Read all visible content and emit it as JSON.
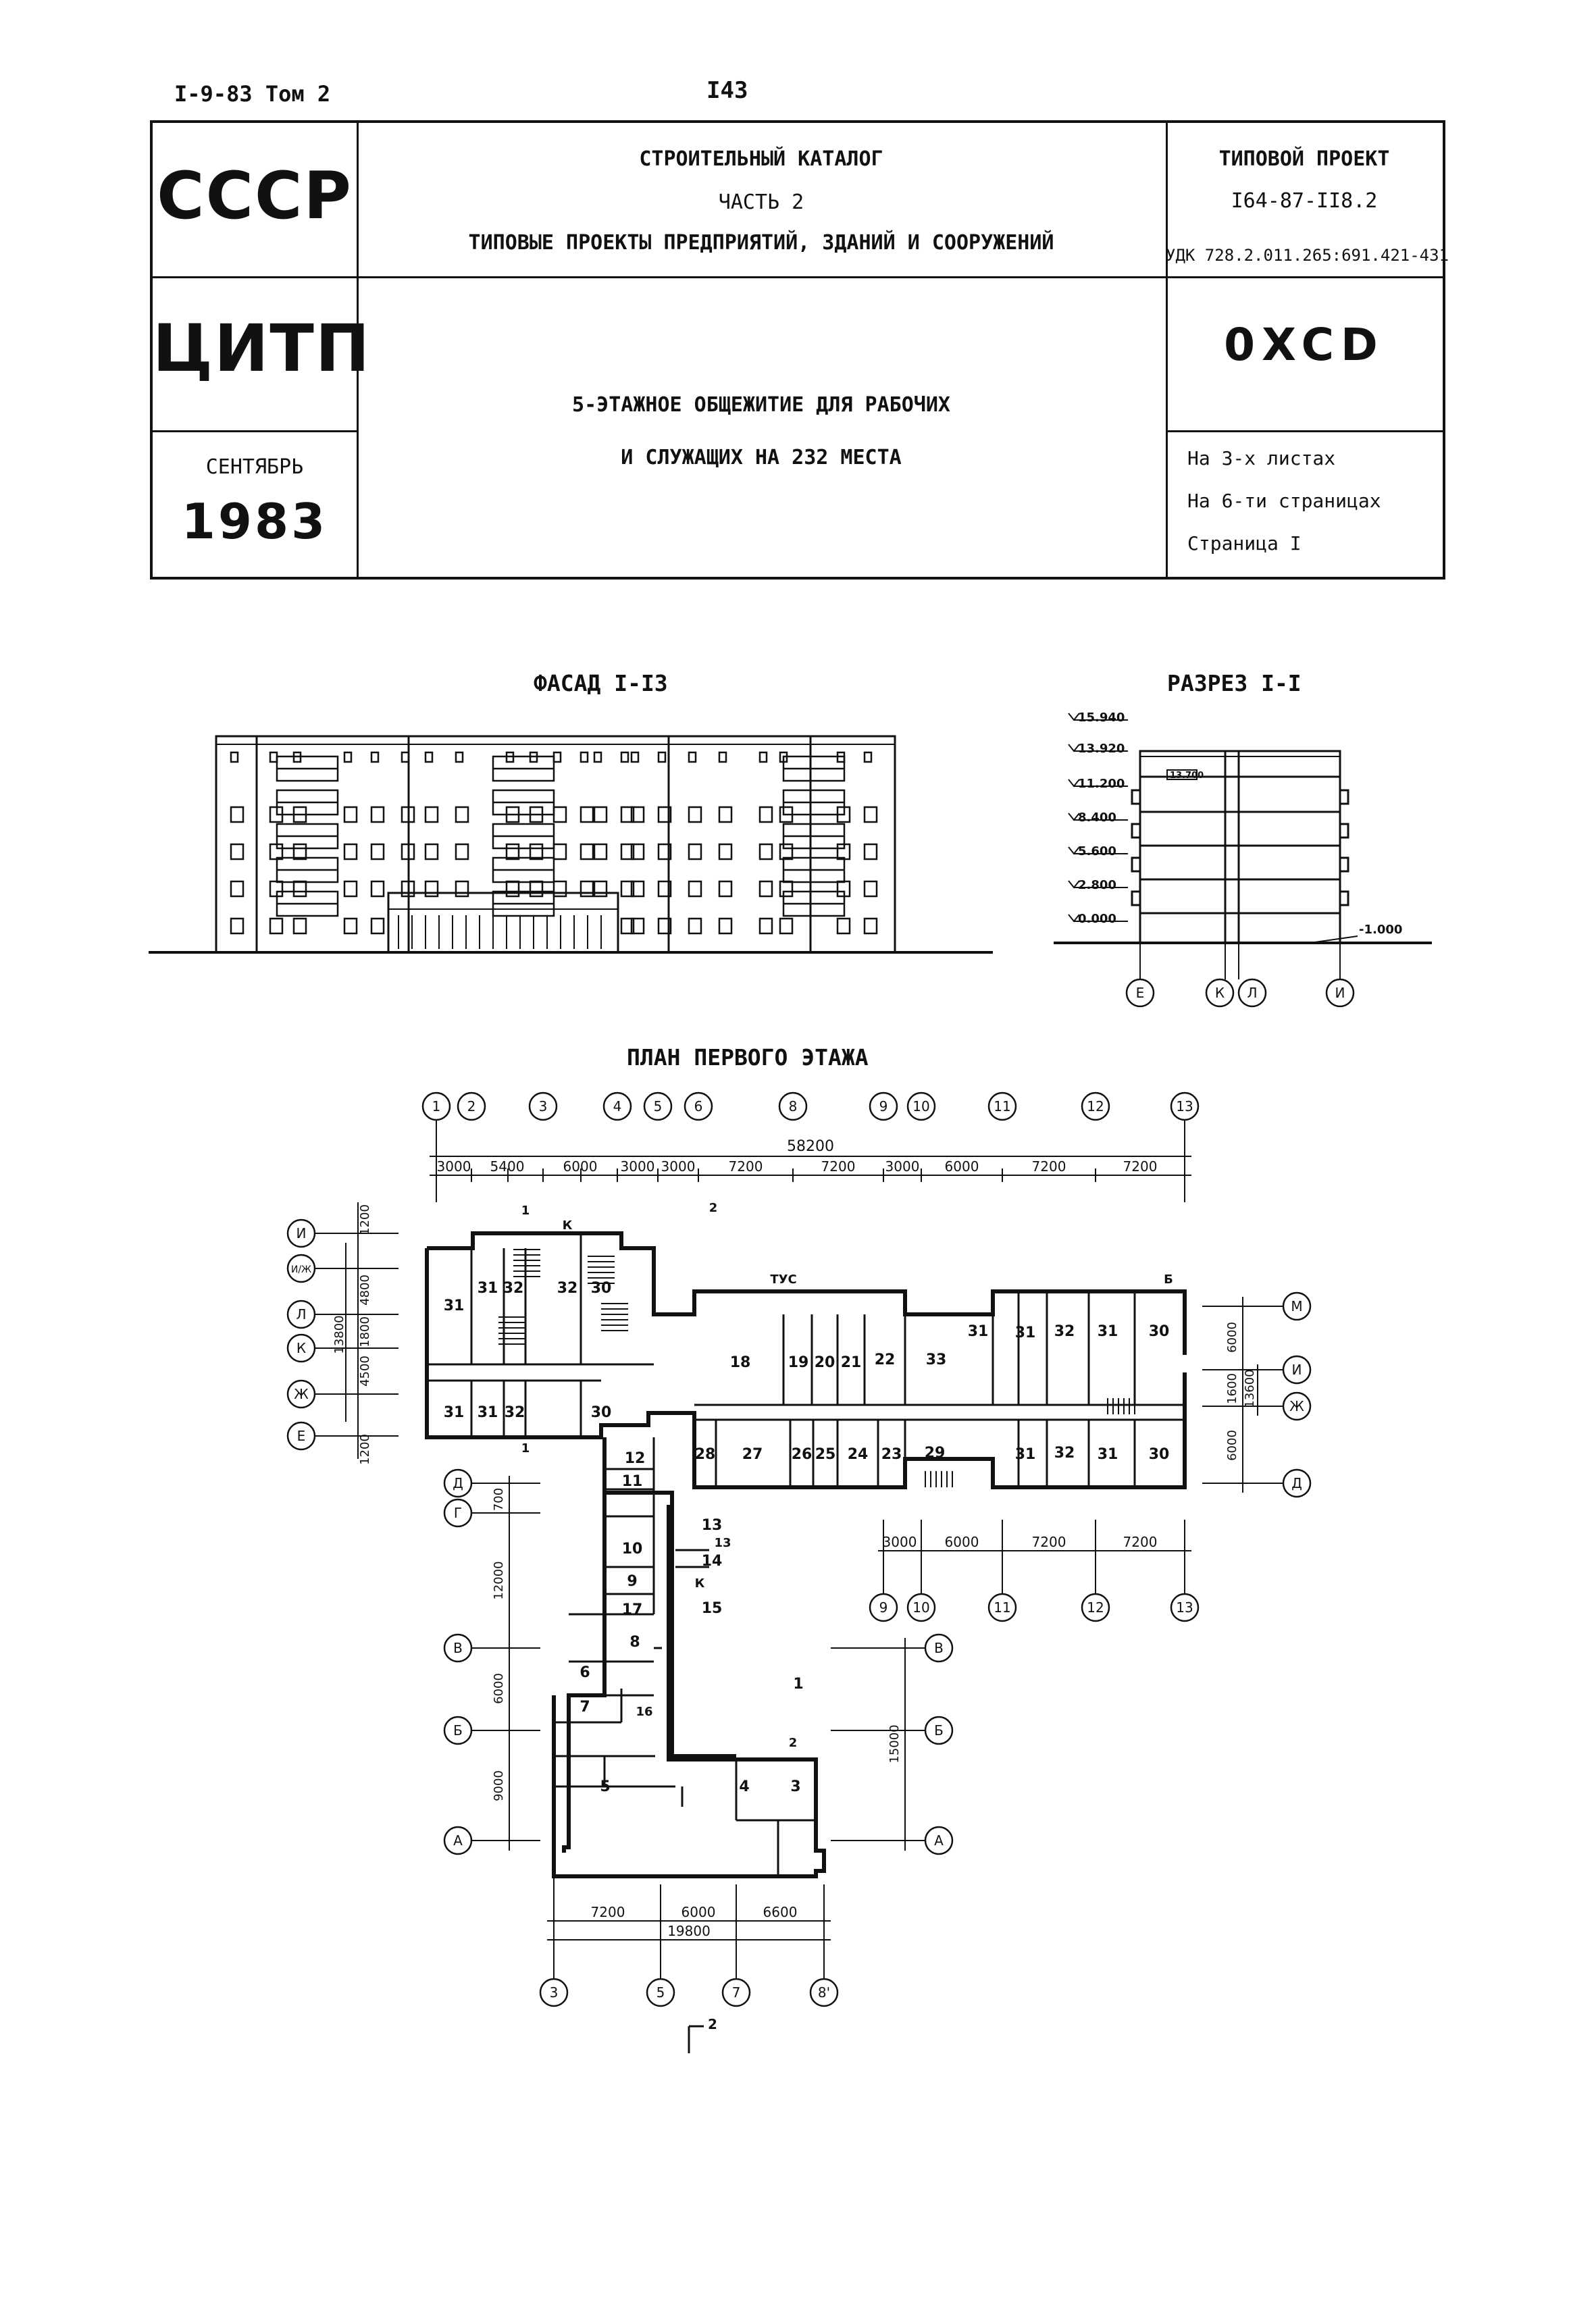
{
  "page": {
    "series_ref": "I-9-83 Том 2",
    "page_number": "I43"
  },
  "title_block": {
    "country": "СССР",
    "publisher": "ЦИТП",
    "date_month": "СЕНТЯБРЬ",
    "date_year": "1983",
    "catalog_line1": "СТРОИТЕЛЬНЫЙ КАТАЛОГ",
    "catalog_line2": "ЧАСТЬ 2",
    "catalog_line3": "ТИПОВЫЕ ПРОЕКТЫ ПРЕДПРИЯТИЙ, ЗДАНИЙ И СООРУЖЕНИЙ",
    "project_label": "ТИПОВОЙ ПРОЕКТ",
    "project_number": "I64-87-II8.2",
    "udk": "УДК 728.2.011.265:691.421-431",
    "project_code": "0XCD",
    "title_line1": "5-ЭТАЖНОЕ ОБЩЕЖИТИЕ ДЛЯ РАБОЧИХ",
    "title_line2": "И СЛУЖАЩИХ НА 232 МЕСТА",
    "sheets": "На 3-х листах",
    "pages": "На 6-ти страницах",
    "page": "Страница I"
  },
  "facade": {
    "caption": "ФАСАД I-I3"
  },
  "section": {
    "caption": "РАЗРЕЗ I-I",
    "elevations": [
      "15.940",
      "13.920",
      "11.200",
      "8.400",
      "5.600",
      "2.800",
      "0.000"
    ],
    "ground_level": "-1.000",
    "attic_mark": "13.700",
    "axes": [
      "Е",
      "К",
      "Л",
      "И"
    ]
  },
  "plan": {
    "caption": "ПЛАН ПЕРВОГО ЭТАЖА",
    "top_axes": [
      "1",
      "2",
      "3",
      "4",
      "5",
      "6",
      "8",
      "9",
      "10",
      "11",
      "12",
      "13"
    ],
    "overall_dim": "58200",
    "top_dims": [
      "3000",
      "5400",
      "6000",
      "3000",
      "3000",
      "7200",
      "7200",
      "3000",
      "6000",
      "7200",
      "7200"
    ],
    "left_axes": [
      "И",
      "И/Ж",
      "Л",
      "К",
      "Ж",
      "Е"
    ],
    "left_dims": [
      "1200",
      "4800",
      "1800",
      "4500",
      "1200"
    ],
    "left_overall": "13800",
    "right_axes": [
      "М",
      "И",
      "Ж",
      "Д"
    ],
    "right_dims": [
      "6000",
      "1600",
      "6000"
    ],
    "right_overall": "13600",
    "wing_axes_left": [
      "Д",
      "Г",
      "В",
      "Б",
      "А"
    ],
    "wing_dims_left": [
      "700",
      "12000",
      "6000",
      "9000"
    ],
    "wing_axes_right": [
      "В",
      "Б",
      "А"
    ],
    "wing_overall_right": "15000",
    "lower_right_dims": [
      "3000",
      "6000",
      "7200",
      "7200"
    ],
    "lower_right_axes": [
      "9",
      "10",
      "11",
      "12",
      "13"
    ],
    "bottom_dims": [
      "7200",
      "6000",
      "6600"
    ],
    "bottom_overall": "19800",
    "bottom_axes": [
      "3",
      "5",
      "7",
      "8'"
    ],
    "cut_marks": [
      "1",
      "2"
    ],
    "rooms_upper_left": [
      "31",
      "31",
      "32",
      "32",
      "30",
      "31",
      "31",
      "32",
      "30"
    ],
    "rooms_corridor_north": [
      "18",
      "19",
      "20",
      "21",
      "22",
      "33",
      "31",
      "31",
      "32",
      "31",
      "30"
    ],
    "rooms_corridor_south": [
      "28",
      "27",
      "26",
      "25",
      "24",
      "23",
      "29",
      "31",
      "32",
      "31",
      "30"
    ],
    "rooms_wing": [
      "12",
      "11",
      "10",
      "9",
      "17",
      "8",
      "13",
      "14",
      "15",
      "6",
      "7",
      "16",
      "1",
      "2",
      "3",
      "4",
      "5"
    ],
    "entry_marks": [
      "К",
      "Б",
      "ТУС"
    ]
  }
}
